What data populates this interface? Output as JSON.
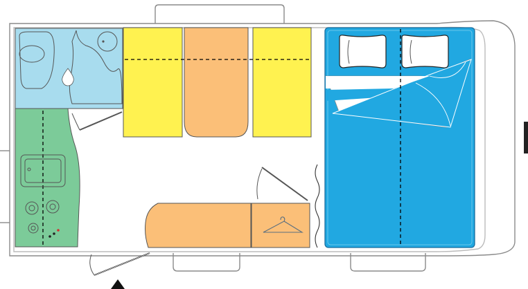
{
  "plan": {
    "colors": {
      "bathroom": "#a8dcee",
      "kitchen": "#7ccb99",
      "seating_yellow": "#fff250",
      "cushion_orange": "#fbbf78",
      "bed_blue": "#21a8e1",
      "pillow_white": "#ffffff",
      "wall_grey": "#8a8a8a",
      "arrow_black": "#111111"
    },
    "rooms": [
      "bathroom",
      "kitchen",
      "dinette",
      "double-bed",
      "wardrobe",
      "sofa"
    ],
    "icons": [
      "water-drop-icon",
      "sink-icon",
      "stove-burner-icon",
      "hanger-icon",
      "entrance-arrow-icon",
      "hitch-icon"
    ]
  }
}
